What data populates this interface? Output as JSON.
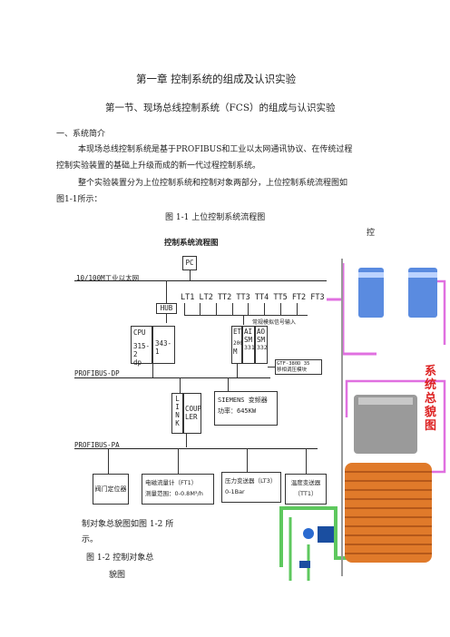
{
  "chapter_title": "第一章 控制系统的组成及认识实验",
  "section_title": "第一节、现场总线控制系统（FCS）的组成与认识实验",
  "subhead": "一、系统简介",
  "para1_line1": "本现场总线控制系统是基于PROFIBUS和工业以太网通讯协议、在传统过程",
  "para1_line2": "控制实验装置的基础上升级而成的新一代过程控制系统。",
  "para2_line1": "整个实验装置分为上位控制系统和控制对象两部分，上位控制系统流程图如",
  "para2_line2": "图1-1所示：",
  "fig1_caption": "图 1-1   上位控制系统流程图",
  "side_char": "控",
  "diagram": {
    "title": "控制系统流程图",
    "pc": "PC",
    "ethernet": "10/100M工业以太网",
    "hub": "HUB",
    "sensors": "LT1  LT2  TT2  TT3  TT4  TT5  FT2  FT3",
    "analog_in": "常规模拟信号输入",
    "cpu_lines": [
      "CPU",
      "315-2",
      "dp"
    ],
    "cpu_side": "343-1",
    "et_lines": [
      "ET",
      "200",
      "M"
    ],
    "ai_lines": [
      "AI",
      "SM",
      "331"
    ],
    "ao_lines": [
      "AO",
      "SM",
      "332"
    ],
    "gtf_lines": [
      "GTF-380D 35",
      "移相调压模块"
    ],
    "profibus_dp": "PROFIBUS-DP",
    "link_lines": [
      "L",
      "I",
      "N",
      "K"
    ],
    "coupler_lines": [
      "COUP",
      "LER"
    ],
    "siemens_lines": [
      "SIEMENS 变频器",
      "功率：645KW"
    ],
    "profibus_pa": "PROFIBUS-PA",
    "dev1": "阀门定位器",
    "dev2_lines": [
      "电磁流量计（FT1）",
      "测量范围：0-0.8M³/h"
    ],
    "dev3_lines": [
      "压力变送器（LT3）",
      "0-1Bar"
    ],
    "dev4_lines": [
      "温度变送器",
      "（TT1）"
    ]
  },
  "photo_label": "系统总貌图",
  "after_line1": "制对象总貌图如图 1-2 所",
  "after_line2": "示。",
  "fig2_caption_line1": "图 1-2   控制对象总",
  "fig2_caption_line2": "貌图",
  "colors": {
    "pipe_pink": "#e070e0",
    "pipe_green": "#5ec85e",
    "tank_blue": "#5a8be0",
    "heater_orange": "#e07a2a",
    "label_red": "#d22"
  }
}
